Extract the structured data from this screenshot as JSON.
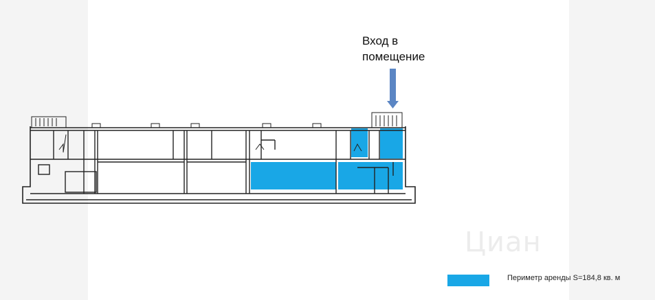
{
  "entrance": {
    "label": "Вход в\nпомещение"
  },
  "legend": {
    "text": "Периметр  аренды S=184,8 кв. м",
    "color": "#19a7e6"
  },
  "watermark": {
    "text": "Циан"
  },
  "colors": {
    "arrow": "#5b86c4",
    "wall": "#222222",
    "highlight": "#19a7e6"
  },
  "icons": [
    "arrow-down-icon",
    "stairs-icon"
  ]
}
